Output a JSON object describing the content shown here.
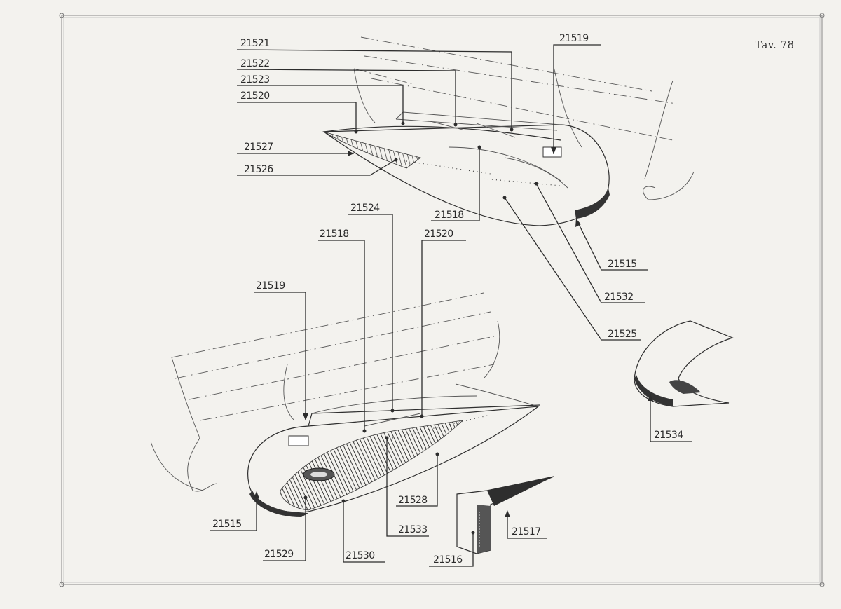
{
  "plate": {
    "title": "Tav. 78"
  },
  "callouts": {
    "c21521": "21521",
    "c21522": "21522",
    "c21523": "21523",
    "c21520a": "21520",
    "c21527": "21527",
    "c21526": "21526",
    "c21519a": "21519",
    "c21524": "21524",
    "c21518a": "21518",
    "c21518b": "21518",
    "c21520b": "21520",
    "c21515a": "21515",
    "c21532": "21532",
    "c21525": "21525",
    "c21519b": "21519",
    "c21534": "21534",
    "c21528": "21528",
    "c21533": "21533",
    "c21517": "21517",
    "c21515b": "21515",
    "c21529": "21529",
    "c21530": "21530",
    "c21516": "21516"
  }
}
